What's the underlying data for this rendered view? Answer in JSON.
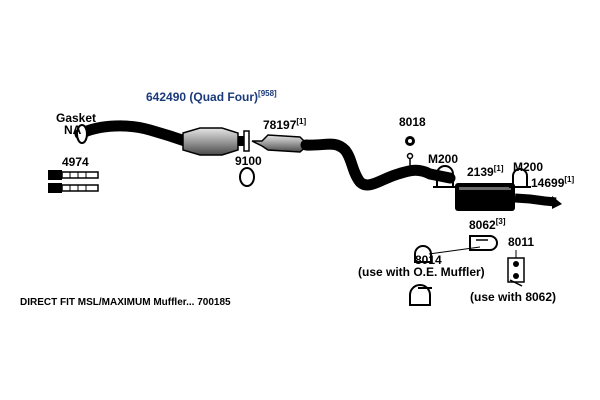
{
  "diagram": {
    "parts": {
      "gasket_label": "Gasket",
      "gasket_na": "NA",
      "catalytic_part": "642490 (Quad Four)",
      "catalytic_ref": "[958]",
      "pipe_part": "78197",
      "pipe_ref": "[1]",
      "gasket_part": "9100",
      "bolt_part": "4974",
      "hanger_part": "8018",
      "clamp_left": "M200",
      "clamp_right": "M200",
      "muffler_part": "2139",
      "muffler_ref": "[1]",
      "tailpipe_part": "14699",
      "tailpipe_ref": "[1]",
      "bracket_part": "8062",
      "bracket_ref": "[3]",
      "strap_part": "8014",
      "strap_note": "(use with O.E. Muffler)",
      "rubber_part": "8011",
      "rubber_note": "(use with 8062)",
      "footer": "DIRECT FIT MSL/MAXIMUM Muffler... 700185"
    },
    "colors": {
      "ink": "#000000",
      "part_label_blue": "#1a3a7a",
      "metal": "#9a9a9a"
    }
  }
}
